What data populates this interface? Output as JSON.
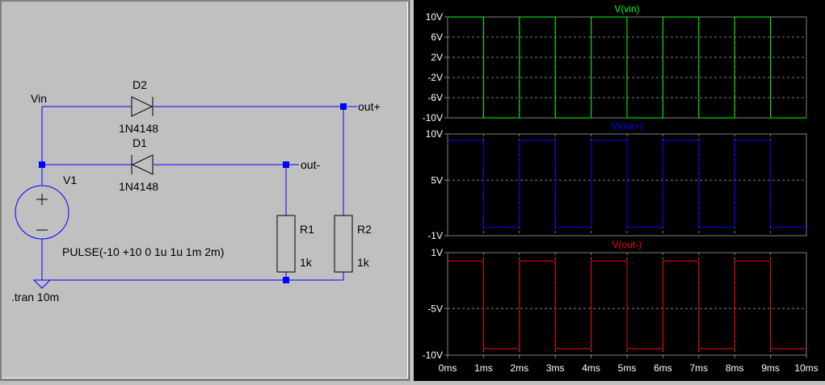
{
  "schematic": {
    "nets": {
      "vin": "Vin",
      "out_plus": "out+",
      "out_minus": "out-"
    },
    "v1": {
      "name": "V1",
      "value": "PULSE(-10 +10 0 1u 1u 1m 2m)"
    },
    "d1": {
      "name": "D1",
      "model": "1N4148"
    },
    "d2": {
      "name": "D2",
      "model": "1N4148"
    },
    "r1": {
      "name": "R1",
      "value": "1k"
    },
    "r2": {
      "name": "R2",
      "value": "1k"
    },
    "directive": ".tran 10m",
    "wire_color": "#0000ff",
    "junction_color": "#0000ff"
  },
  "waveform": {
    "background": "#000000",
    "grid_color": "#808080",
    "label_color": "#ffffff"
  },
  "chart_data": [
    {
      "type": "line",
      "series": [
        {
          "name": "V(vin)",
          "color": "#00ff00",
          "x": [
            "0ms",
            "1ms",
            "1ms",
            "2ms",
            "2ms",
            "3ms",
            "3ms",
            "4ms",
            "4ms",
            "5ms",
            "5ms",
            "6ms",
            "6ms",
            "7ms",
            "7ms",
            "8ms",
            "8ms",
            "9ms",
            "9ms",
            "10ms"
          ],
          "values": [
            10,
            10,
            -10,
            -10,
            10,
            10,
            -10,
            -10,
            10,
            10,
            -10,
            -10,
            10,
            10,
            -10,
            -10,
            10,
            10,
            -10,
            -10
          ]
        }
      ],
      "x_range": [
        0,
        10
      ],
      "x_unit": "ms",
      "yticks": [
        "10V",
        "6V",
        "2V",
        "-2V",
        "-6V",
        "-10V"
      ],
      "ylim": [
        -10,
        10
      ],
      "grid": true
    },
    {
      "type": "line",
      "series": [
        {
          "name": "V(out+)",
          "color": "#0000ff",
          "x": [
            "0ms",
            "1ms",
            "1ms",
            "2ms",
            "2ms",
            "3ms",
            "3ms",
            "4ms",
            "4ms",
            "5ms",
            "5ms",
            "6ms",
            "6ms",
            "7ms",
            "7ms",
            "8ms",
            "8ms",
            "9ms",
            "9ms",
            "10ms"
          ],
          "values": [
            9.3,
            9.3,
            -0.1,
            -0.1,
            9.3,
            9.3,
            -0.1,
            -0.1,
            9.3,
            9.3,
            -0.1,
            -0.1,
            9.3,
            9.3,
            -0.1,
            -0.1,
            9.3,
            9.3,
            -0.1,
            -0.1
          ]
        }
      ],
      "x_range": [
        0,
        10
      ],
      "x_unit": "ms",
      "yticks": [
        "10V",
        "5V",
        "-1V"
      ],
      "ylim": [
        -1,
        10
      ],
      "grid": true
    },
    {
      "type": "line",
      "series": [
        {
          "name": "V(out-)",
          "color": "#ff0000",
          "x": [
            "0ms",
            "1ms",
            "1ms",
            "2ms",
            "2ms",
            "3ms",
            "3ms",
            "4ms",
            "4ms",
            "5ms",
            "5ms",
            "6ms",
            "6ms",
            "7ms",
            "7ms",
            "8ms",
            "8ms",
            "9ms",
            "9ms",
            "10ms"
          ],
          "values": [
            0.1,
            0.1,
            -9.3,
            -9.3,
            0.1,
            0.1,
            -9.3,
            -9.3,
            0.1,
            0.1,
            -9.3,
            -9.3,
            0.1,
            0.1,
            -9.3,
            -9.3,
            0.1,
            0.1,
            -9.3,
            -9.3
          ]
        }
      ],
      "x_range": [
        0,
        10
      ],
      "x_unit": "ms",
      "yticks": [
        "1V",
        "-5V",
        "-10V"
      ],
      "ylim": [
        -10,
        1
      ],
      "grid": true,
      "xticks": [
        "0ms",
        "1ms",
        "2ms",
        "3ms",
        "4ms",
        "5ms",
        "6ms",
        "7ms",
        "8ms",
        "9ms",
        "10ms"
      ]
    }
  ]
}
